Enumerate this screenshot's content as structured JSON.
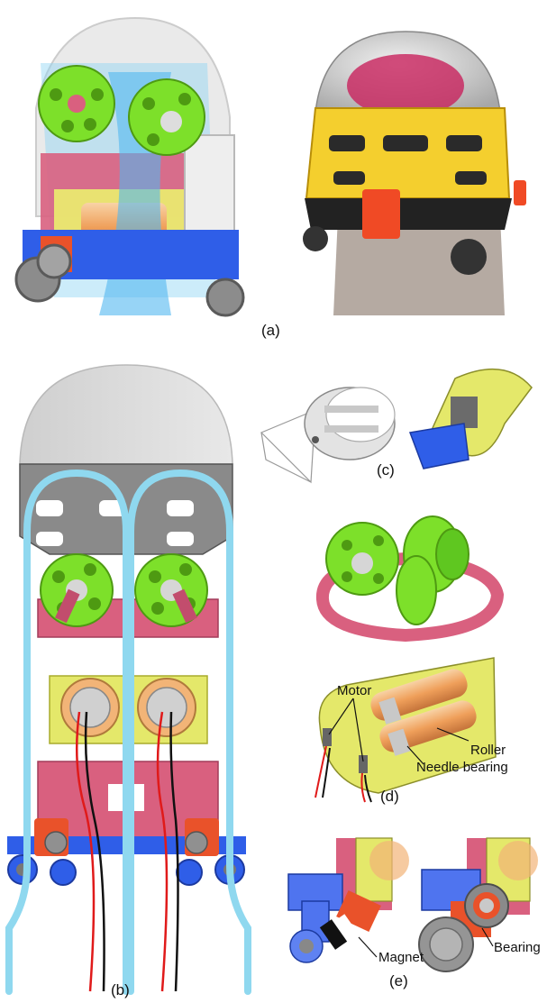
{
  "panel_labels": {
    "a": "(a)",
    "b": "(b)",
    "c": "(c)",
    "d": "(d)",
    "e": "(e)"
  },
  "callouts": {
    "motor": "Motor",
    "roller": "Roller",
    "needle_bearing": "Needle bearing",
    "magnet": "Magnet",
    "bearing": "Bearing"
  },
  "colors": {
    "wheel_green": "#7de02a",
    "frame_pink": "#d9607f",
    "bracket_yellow": "#e4e86a",
    "base_blue": "#2f5ee8",
    "clip_orange": "#e9522a",
    "belt_cyan": "#8fd8ef",
    "dome_gray": "#d9d9d9",
    "shell_gray": "#8a8a8a",
    "roller_tan": "#f2b477",
    "photo_yellow": "#f4cf2e",
    "photo_black": "#222222",
    "photo_red": "#f04a25"
  }
}
